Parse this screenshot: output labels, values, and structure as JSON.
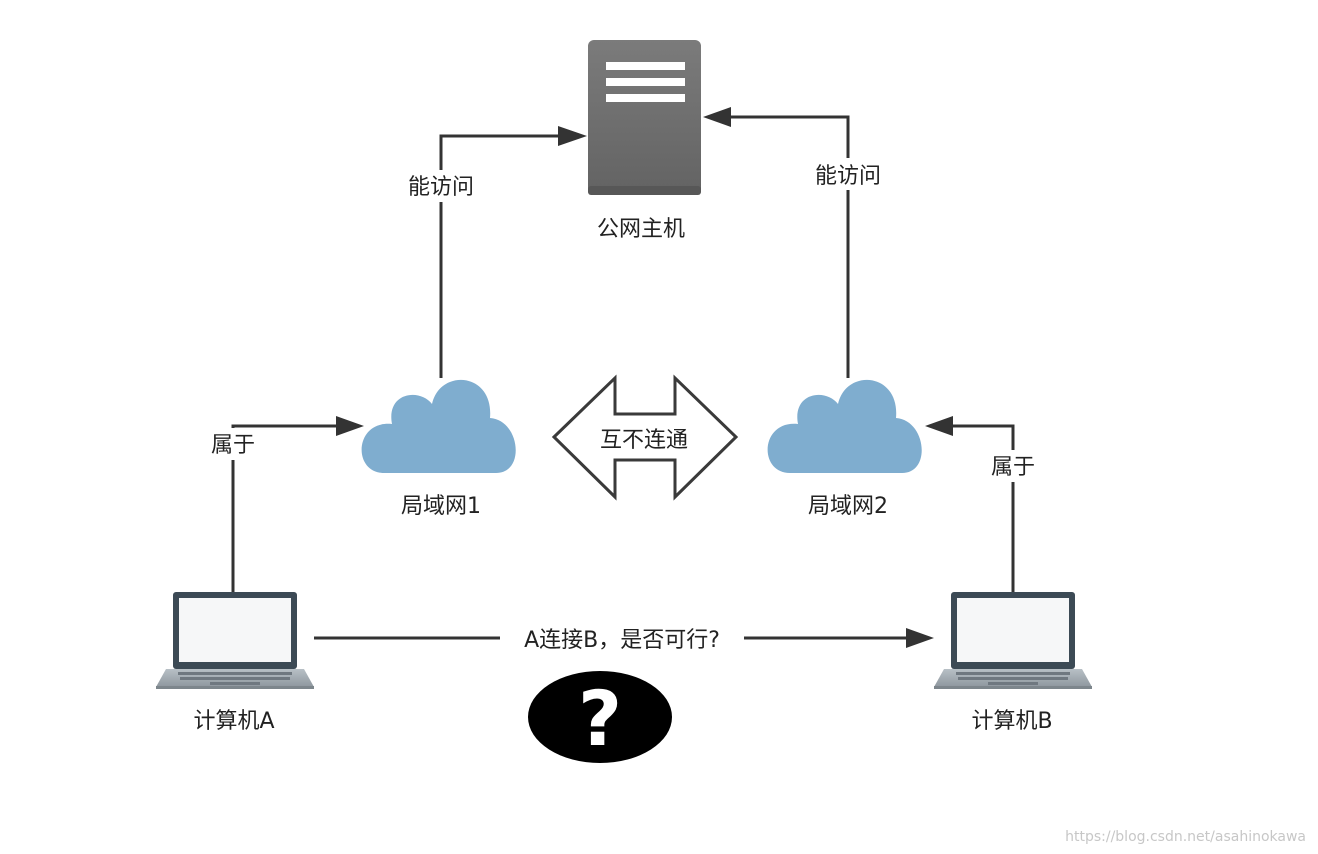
{
  "nodes": {
    "public_host": "公网主机",
    "lan1": "局域网1",
    "lan2": "局域网2",
    "computer_a": "计算机A",
    "computer_b": "计算机B"
  },
  "edges": {
    "lan1_to_host": "能访问",
    "lan2_to_host": "能访问",
    "a_to_lan1": "属于",
    "b_to_lan2": "属于",
    "lan1_lan2": "互不连通",
    "a_to_b": "A连接B，是否可行?"
  },
  "question_mark": "?",
  "watermark": "https://blog.csdn.net/asahinokawa",
  "colors": {
    "cloud": "#7fadcf",
    "server": "#6f6f6f",
    "line": "#333333",
    "laptop_frame": "#3c4a55"
  }
}
